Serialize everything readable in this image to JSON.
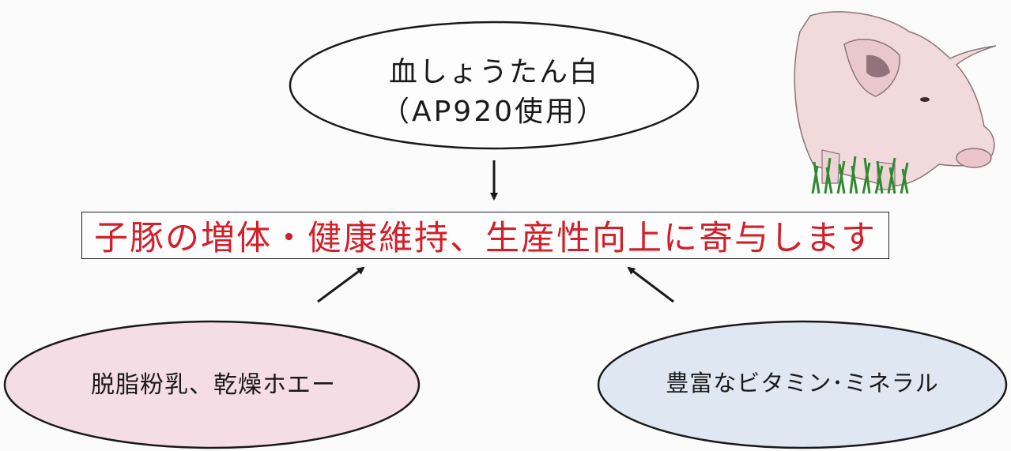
{
  "diagram": {
    "top_node": {
      "line1": "血しょうたん白",
      "line2": "（AP920使用）"
    },
    "headline": "子豚の増体・健康維持、生産性向上に寄与します",
    "left_node": "脱脂粉乳、乾燥ホエー",
    "right_node": "豊富なビタミン･ミネラル"
  },
  "colors": {
    "headline_text": "#d21f29",
    "left_fill": "#f4dde4",
    "right_fill": "#dfe7f3",
    "top_fill": "#fdfdfd",
    "outline": "#1a1a1a"
  },
  "icons": {
    "illustration": "pig-on-grass-icon"
  }
}
